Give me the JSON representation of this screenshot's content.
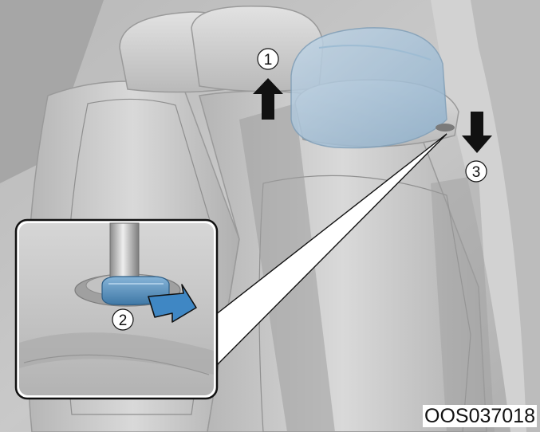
{
  "figure": {
    "code": "OOS037018"
  },
  "steps": [
    {
      "number": "1",
      "action": "pull-up",
      "arrow_icon": "arrow-up-icon"
    },
    {
      "number": "2",
      "action": "press-lock-button",
      "arrow_icon": "arrow-press-icon"
    },
    {
      "number": "3",
      "action": "push-down",
      "arrow_icon": "arrow-down-icon"
    }
  ],
  "colors": {
    "headrest_highlight": "#a9c3d8",
    "lock_button": "#5a93bf",
    "press_arrow": "#3f87c4",
    "arrow_dark": "#111111",
    "seat_grey": "#c8c8c8",
    "background_grey": "#bdbdbd"
  }
}
